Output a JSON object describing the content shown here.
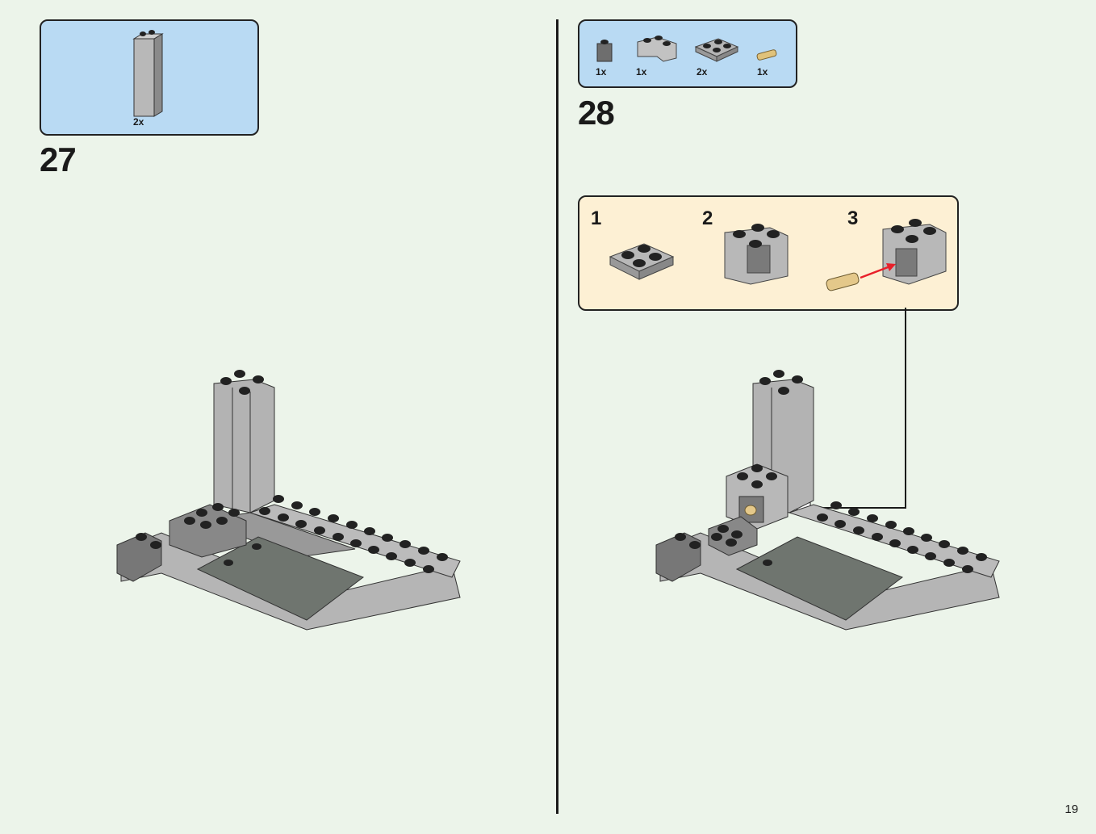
{
  "page_number": "19",
  "colors": {
    "background": "#ecf4ea",
    "parts_box": "#b9daf3",
    "substep_box": "#fdf0d4",
    "arrow": "#e8202a"
  },
  "steps": [
    {
      "number": "27",
      "parts": [
        {
          "name": "light-gray-1x2x5-brick",
          "qty": "2x"
        }
      ]
    },
    {
      "number": "28",
      "parts": [
        {
          "name": "dark-gray-1x1-brick-with-hole",
          "qty": "1x"
        },
        {
          "name": "light-gray-corner-brick",
          "qty": "1x"
        },
        {
          "name": "light-gray-2x2-plate",
          "qty": "2x"
        },
        {
          "name": "tan-pin",
          "qty": "1x"
        }
      ],
      "substeps": [
        "1",
        "2",
        "3"
      ]
    }
  ]
}
